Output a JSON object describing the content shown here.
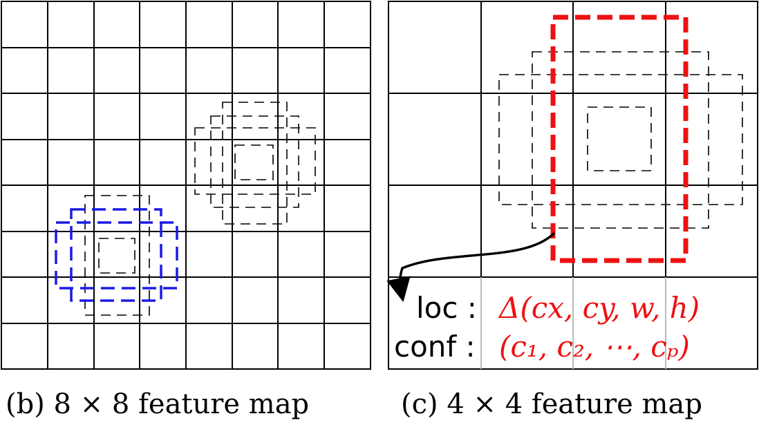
{
  "panel_b": {
    "caption": "(b) 8 × 8 feature map",
    "grid_size": 8
  },
  "panel_c": {
    "caption": "(c) 4 × 4 feature map",
    "grid_size": 4,
    "loc_label": "loc :",
    "loc_formula": "Δ(cx, cy, w, h)",
    "conf_label": "conf :",
    "conf_formula": "(c₁, c₂, ⋯, cₚ)"
  },
  "colors": {
    "grid": "#000000",
    "default_box": "#000000",
    "matched_small": "#1a1ae6",
    "matched_large": "#ee1111",
    "formula": "#ee1111"
  }
}
